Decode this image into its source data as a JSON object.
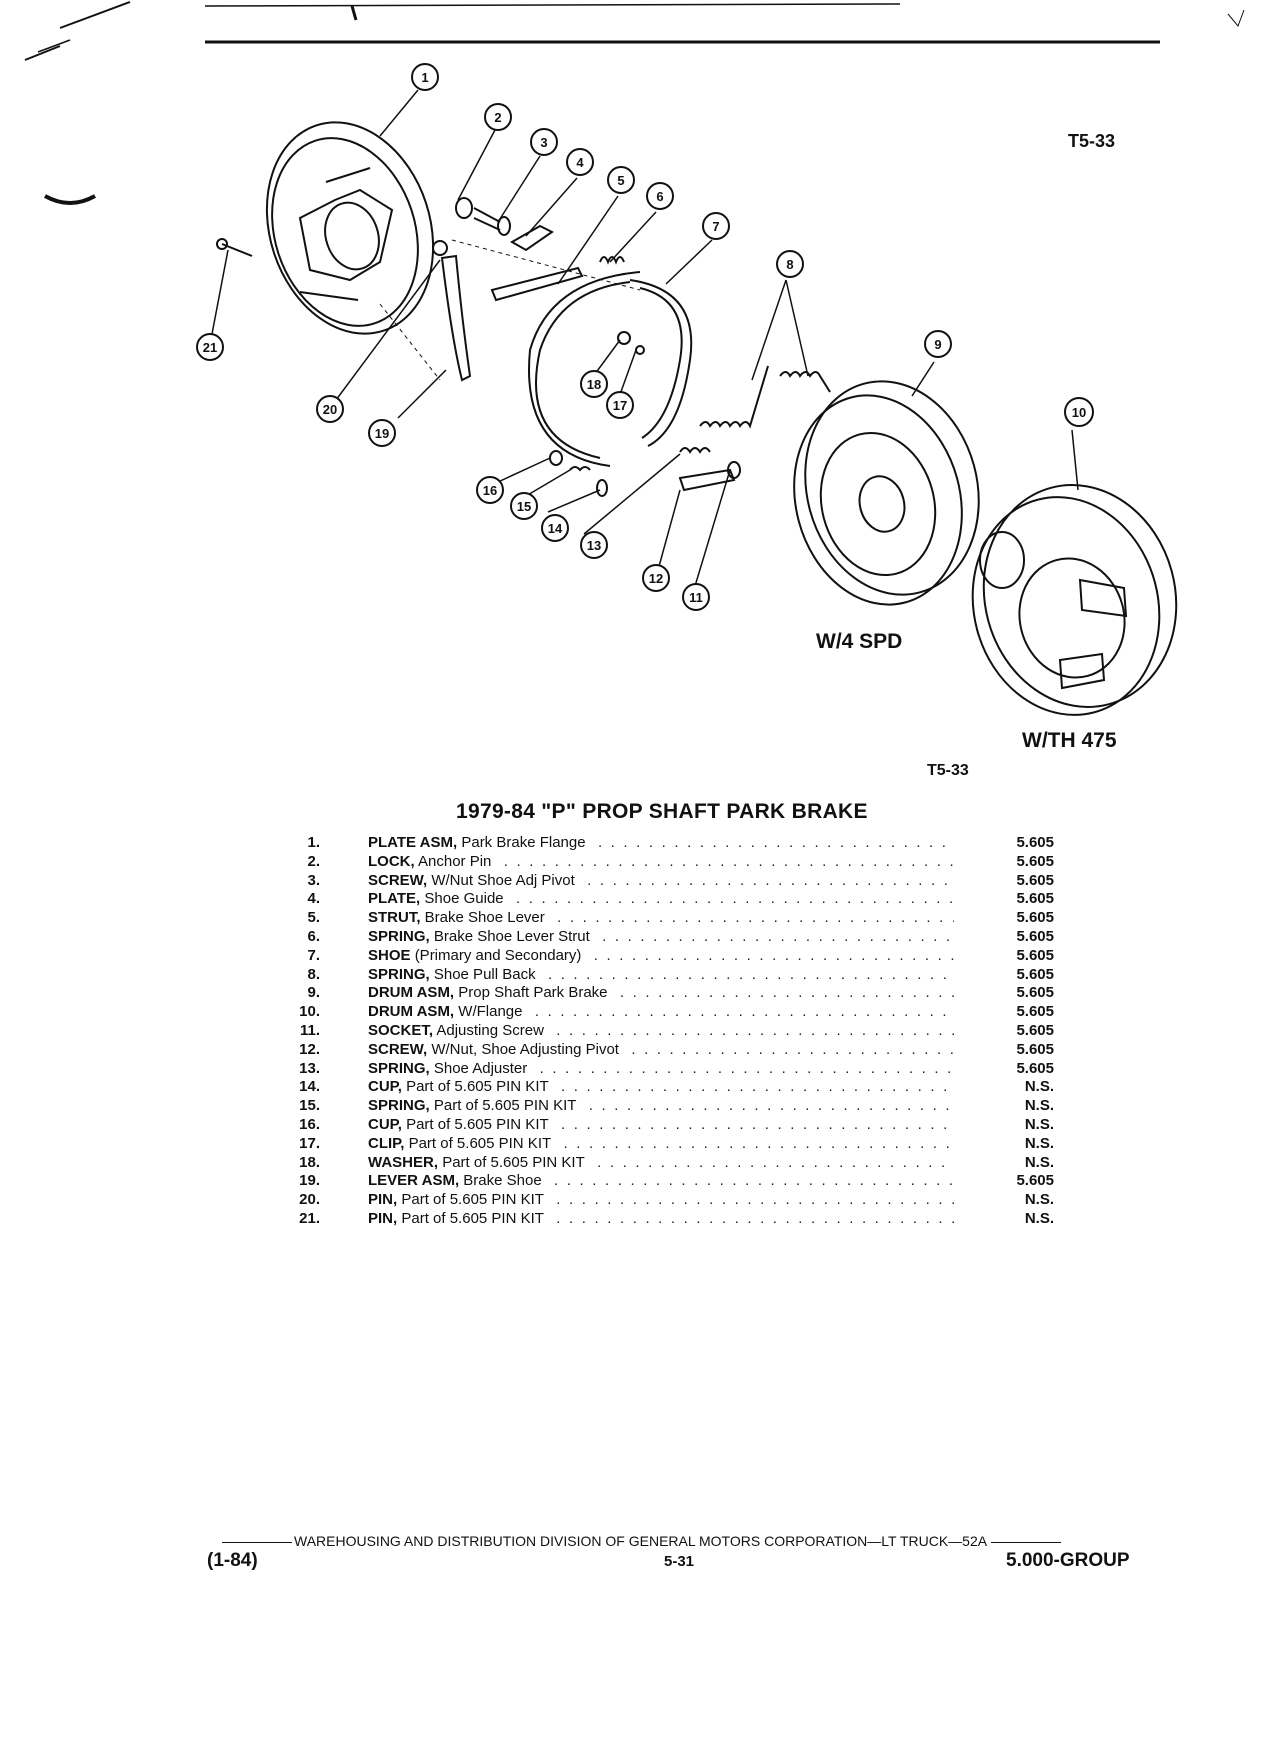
{
  "header": {
    "ref_top": "T5-33",
    "ref_mid": "T5-33"
  },
  "diagram": {
    "callouts": [
      "1",
      "2",
      "3",
      "4",
      "5",
      "6",
      "7",
      "8",
      "9",
      "10",
      "11",
      "12",
      "13",
      "14",
      "15",
      "16",
      "17",
      "18",
      "19",
      "20",
      "21"
    ],
    "label_4spd": "W/4 SPD",
    "label_th475": "W/TH 475"
  },
  "title": "1979-84 \"P\" PROP SHAFT PARK BRAKE",
  "parts": [
    {
      "num": "1.",
      "name": "PLATE ASM,",
      "desc": "Park Brake Flange",
      "group": "5.605"
    },
    {
      "num": "2.",
      "name": "LOCK,",
      "desc": "Anchor Pin",
      "group": "5.605"
    },
    {
      "num": "3.",
      "name": "SCREW,",
      "desc": "W/Nut Shoe Adj Pivot",
      "group": "5.605"
    },
    {
      "num": "4.",
      "name": "PLATE,",
      "desc": "Shoe Guide",
      "group": "5.605"
    },
    {
      "num": "5.",
      "name": "STRUT,",
      "desc": "Brake Shoe Lever",
      "group": "5.605"
    },
    {
      "num": "6.",
      "name": "SPRING,",
      "desc": "Brake Shoe Lever Strut",
      "group": "5.605"
    },
    {
      "num": "7.",
      "name": "SHOE",
      "desc": "(Primary and Secondary)",
      "group": "5.605"
    },
    {
      "num": "8.",
      "name": "SPRING,",
      "desc": "Shoe Pull Back",
      "group": "5.605"
    },
    {
      "num": "9.",
      "name": "DRUM ASM,",
      "desc": "Prop Shaft Park Brake",
      "group": "5.605"
    },
    {
      "num": "10.",
      "name": "DRUM ASM,",
      "desc": "W/Flange",
      "group": "5.605"
    },
    {
      "num": "11.",
      "name": "SOCKET,",
      "desc": "Adjusting Screw",
      "group": "5.605"
    },
    {
      "num": "12.",
      "name": "SCREW,",
      "desc": "W/Nut, Shoe Adjusting Pivot",
      "group": "5.605"
    },
    {
      "num": "13.",
      "name": "SPRING,",
      "desc": "Shoe Adjuster",
      "group": "5.605"
    },
    {
      "num": "14.",
      "name": "CUP,",
      "desc": "Part of 5.605 PIN KIT",
      "group": "N.S."
    },
    {
      "num": "15.",
      "name": "SPRING,",
      "desc": "Part of 5.605 PIN KIT",
      "group": "N.S."
    },
    {
      "num": "16.",
      "name": "CUP,",
      "desc": "Part of 5.605 PIN KIT",
      "group": "N.S."
    },
    {
      "num": "17.",
      "name": "CLIP,",
      "desc": "Part of 5.605 PIN KIT",
      "group": "N.S."
    },
    {
      "num": "18.",
      "name": "WASHER,",
      "desc": "Part of 5.605 PIN KIT",
      "group": "N.S."
    },
    {
      "num": "19.",
      "name": "LEVER ASM,",
      "desc": "Brake Shoe",
      "group": "5.605"
    },
    {
      "num": "20.",
      "name": "PIN,",
      "desc": "Part of 5.605 PIN KIT",
      "group": "N.S."
    },
    {
      "num": "21.",
      "name": "PIN,",
      "desc": "Part of 5.605 PIN KIT",
      "group": "N.S."
    }
  ],
  "footer": {
    "division": "WAREHOUSING AND DISTRIBUTION  DIVISION OF GENERAL MOTORS CORPORATION—LT TRUCK—52A",
    "date": "(1-84)",
    "page": "5-31",
    "group": "5.000-GROUP"
  }
}
